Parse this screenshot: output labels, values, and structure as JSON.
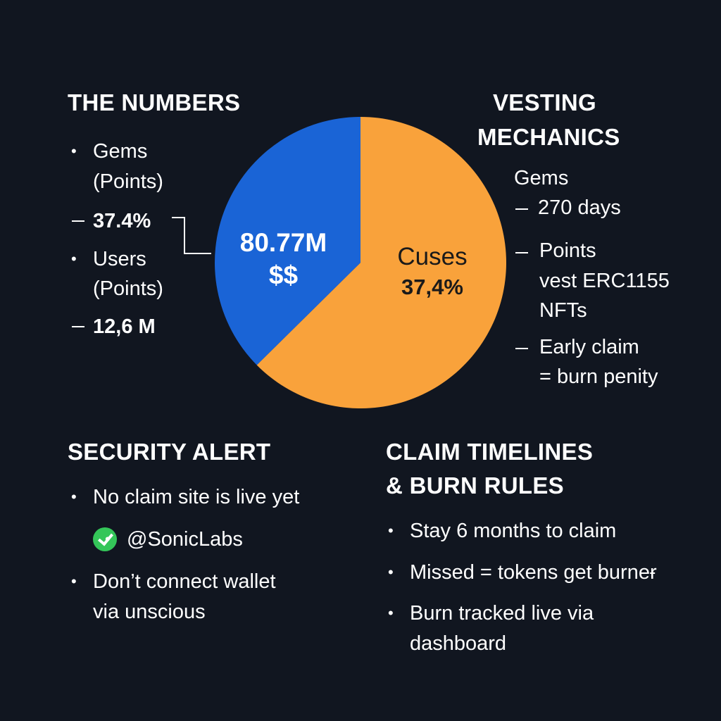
{
  "colors": {
    "background": "#111620",
    "pie_blue": "#1a64d6",
    "pie_orange": "#f9a23b",
    "check_green": "#34c659"
  },
  "numbers": {
    "title": "THE NUMBERS",
    "line1": "Gems",
    "line2": "(Points)",
    "line3": "37.4%",
    "line4": "Users",
    "line5": "(Points)",
    "line6": "12,6 M"
  },
  "vesting": {
    "title_line1": "VESTING",
    "title_line2": "MECHANICS",
    "gems": "Gems",
    "days": "270 days",
    "points_line1": "Points",
    "points_line2": "vest ERC1155",
    "points_line3": "NFTs",
    "early_line1": "Early claim",
    "early_line2": "= burn penity"
  },
  "security": {
    "title": "SECURITY ALERT",
    "item1": "No claim site is live yet",
    "item2": "@SonicLabs",
    "item3_line1": "Don’t connect wallet",
    "item3_line2": "via unscious",
    "check_icon": "check-circle-icon"
  },
  "claim": {
    "title_line1": "CLAIM TIMELINES",
    "title_line2": "& BURN RULES",
    "item1": "Stay 6 months to claim",
    "item2": "Missed = tokens get burneɍ",
    "item3_line1": "Burn tracked live via",
    "item3_line2": "dashboard"
  },
  "chart_data": {
    "type": "pie",
    "slices": [
      {
        "label_line1": "80.77M",
        "label_line2": "$$",
        "value": 37.4,
        "color": "#1a64d6"
      },
      {
        "label_line1": "Cuses",
        "label_line2": "37,4%",
        "value": 62.6,
        "color": "#f9a23b"
      }
    ]
  }
}
